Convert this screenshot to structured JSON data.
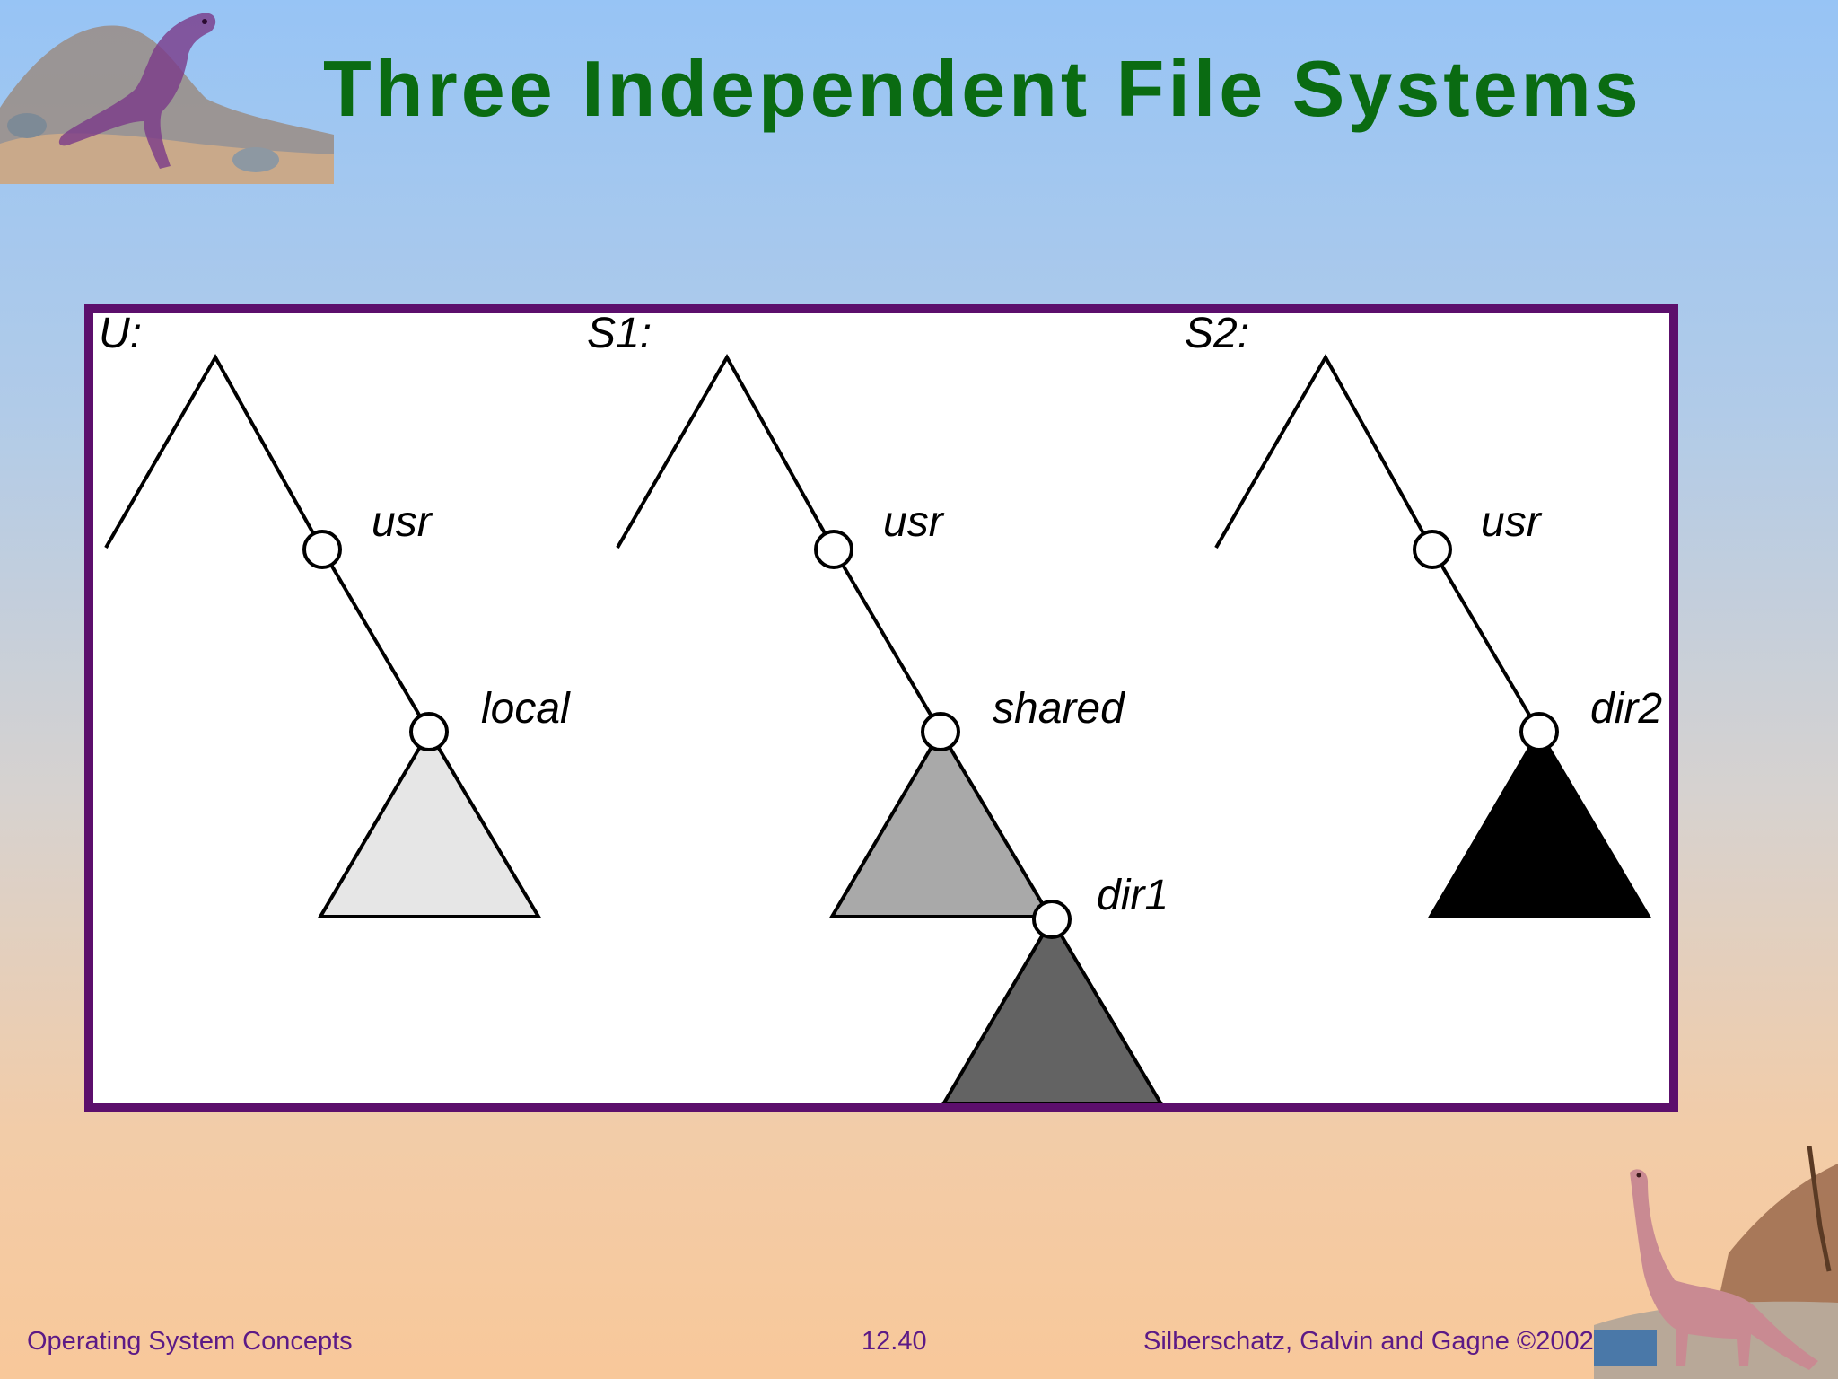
{
  "slide": {
    "title": "Three Independent File Systems"
  },
  "diagram": {
    "systems": [
      {
        "label": "U:",
        "nodes": [
          "usr",
          "local"
        ],
        "subtree_color": "#e6e6e6"
      },
      {
        "label": "S1:",
        "nodes": [
          "usr",
          "shared",
          "dir1"
        ],
        "subtree_colors": [
          "#a9a9a9",
          "#636363"
        ]
      },
      {
        "label": "S2:",
        "nodes": [
          "usr",
          "dir2"
        ],
        "subtree_color": "#000000"
      }
    ]
  },
  "footer": {
    "left": "Operating System Concepts",
    "center": "12.40",
    "right": "Silberschatz, Galvin and  Gagne ©2002"
  },
  "colors": {
    "title": "#0a6b12",
    "frame_border": "#5c0f6c",
    "footer_text": "#5c1a86"
  },
  "decorations": [
    "trex-dinosaur-icon",
    "brontosaurus-dinosaur-icon"
  ]
}
